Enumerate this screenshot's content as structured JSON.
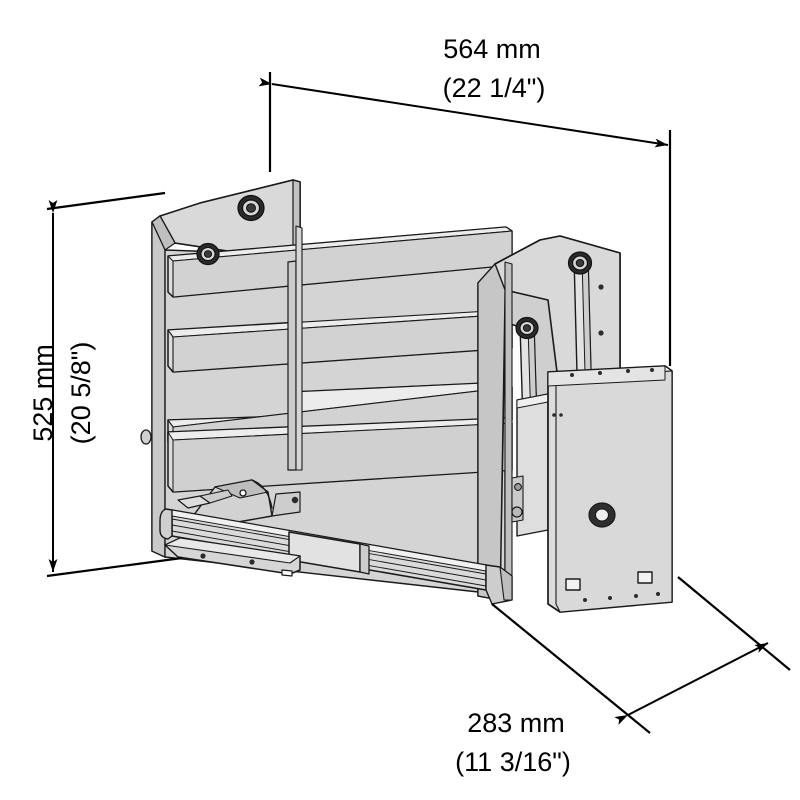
{
  "drawing": {
    "title": "Machine attachment dimensioned isometric drawing",
    "background_color": "#ffffff",
    "line_color": "#1a1a1a",
    "body_fill": "#d9d9d9",
    "body_fill_dark": "#c4c4c4",
    "body_fill_light": "#e6e6e6",
    "detail_dark": "#3a3a3a"
  },
  "dimensions": {
    "width": {
      "name": "overall-width",
      "metric": "564 mm",
      "imperial": "(22 1/4\")",
      "orientation": "horizontal",
      "position": "top"
    },
    "height": {
      "name": "overall-height",
      "metric": "525 mm",
      "imperial": "(20 5/8\")",
      "orientation": "vertical",
      "position": "left"
    },
    "depth": {
      "name": "overall-depth",
      "metric": "283 mm",
      "imperial": "(11 3/16\")",
      "orientation": "diagonal",
      "position": "bottom-right"
    }
  },
  "chart_data": {
    "type": "table",
    "title": "Overall dimensions",
    "categories": [
      "Width",
      "Height",
      "Depth"
    ],
    "values": [
      564,
      525,
      283
    ],
    "units": "mm",
    "imperial_values": [
      "22 1/4\"",
      "20 5/8\"",
      "11 3/16\""
    ],
    "xlabel": "",
    "ylabel": ""
  }
}
